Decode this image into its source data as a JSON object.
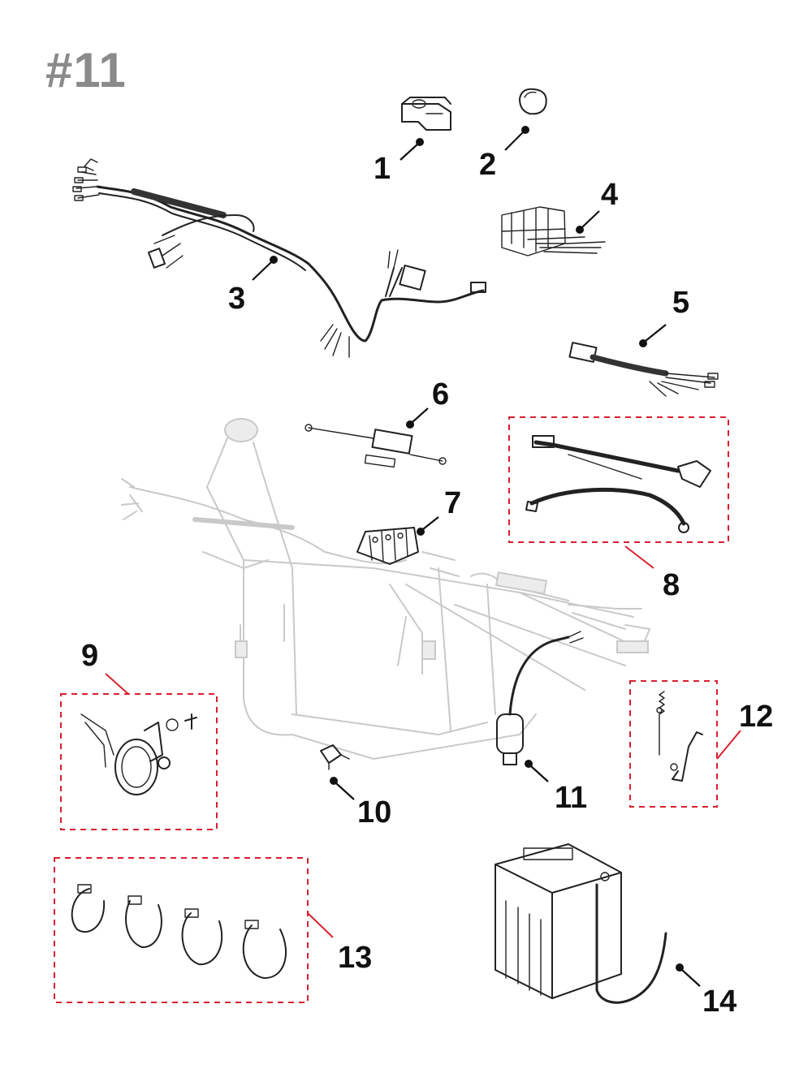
{
  "title": "#11",
  "callouts": [
    {
      "id": "1",
      "text": "1"
    },
    {
      "id": "2",
      "text": "2"
    },
    {
      "id": "3",
      "text": "3"
    },
    {
      "id": "4",
      "text": "4"
    },
    {
      "id": "5",
      "text": "5"
    },
    {
      "id": "6",
      "text": "6"
    },
    {
      "id": "7",
      "text": "7"
    },
    {
      "id": "8",
      "text": "8"
    },
    {
      "id": "9",
      "text": "9"
    },
    {
      "id": "10",
      "text": "10"
    },
    {
      "id": "11",
      "text": "11"
    },
    {
      "id": "12",
      "text": "12"
    },
    {
      "id": "13",
      "text": "13"
    },
    {
      "id": "14",
      "text": "14"
    }
  ],
  "colors": {
    "title": "#8a8a8a",
    "highlight_box": "#d9202f",
    "ink": "#222222",
    "background_frame": "#c9c9c9"
  }
}
